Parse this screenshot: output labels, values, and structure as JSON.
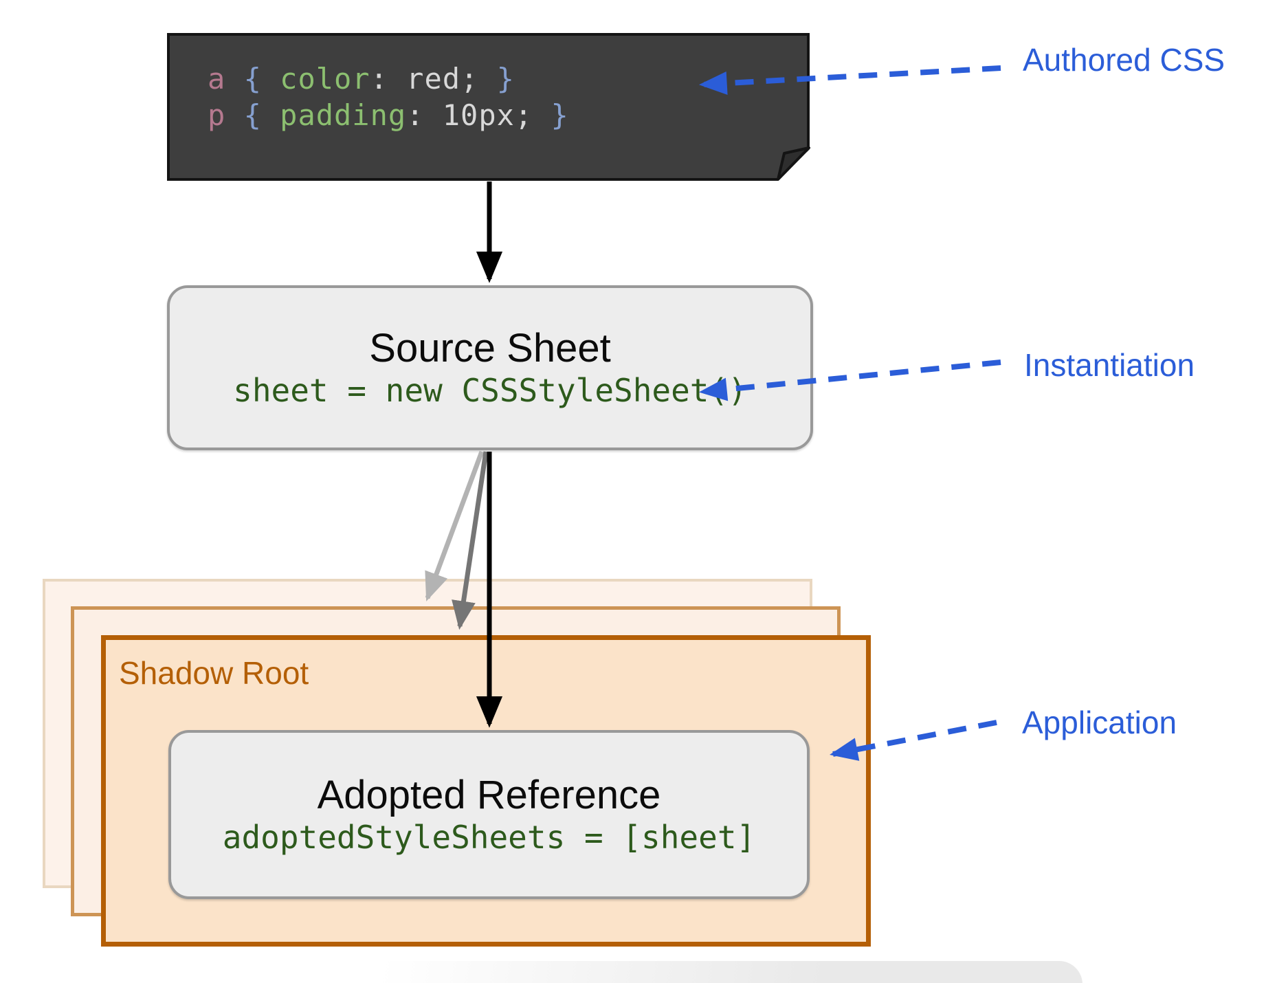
{
  "colors": {
    "accent-blue": "#2b5dd8",
    "code-bg": "#3e3e3e",
    "code-border": "#141414",
    "tok-sel": "#b5798f",
    "tok-brace": "#86a0d0",
    "tok-prop": "#8cbf70",
    "tok-plain": "#d8d8d8",
    "green-code": "#2d5a1c",
    "box-fill": "#ededed",
    "box-border": "#999999",
    "orange-dark": "#b45f06",
    "middle-border": "#cd9455",
    "back-border": "#e9d7c0",
    "front-fill": "#fbe3c9",
    "middle-fill": "#fcefe5",
    "back-fill": "#fdf2ea",
    "arrow-black": "#000000",
    "arrow-gray-light": "#b3b3b3",
    "arrow-gray-dark": "#757575"
  },
  "code_block": {
    "lines": [
      [
        {
          "t": "a ",
          "c": "sel"
        },
        {
          "t": "{ ",
          "c": "brace"
        },
        {
          "t": "color",
          "c": "prop"
        },
        {
          "t": ": red; ",
          "c": "plain"
        },
        {
          "t": "}",
          "c": "brace"
        }
      ],
      [
        {
          "t": "p ",
          "c": "sel"
        },
        {
          "t": "{ ",
          "c": "brace"
        },
        {
          "t": "padding",
          "c": "prop"
        },
        {
          "t": ": 10px; ",
          "c": "plain"
        },
        {
          "t": "}",
          "c": "brace"
        }
      ]
    ]
  },
  "source_sheet": {
    "title": "Source Sheet",
    "code": "sheet = new CSSStyleSheet()"
  },
  "shadow_root": {
    "label": "Shadow Root"
  },
  "adopted": {
    "title": "Adopted Reference",
    "code": "adoptedStyleSheets = [sheet]"
  },
  "annotations": [
    {
      "label": "Authored CSS"
    },
    {
      "label": "Instantiation"
    },
    {
      "label": "Application"
    }
  ]
}
